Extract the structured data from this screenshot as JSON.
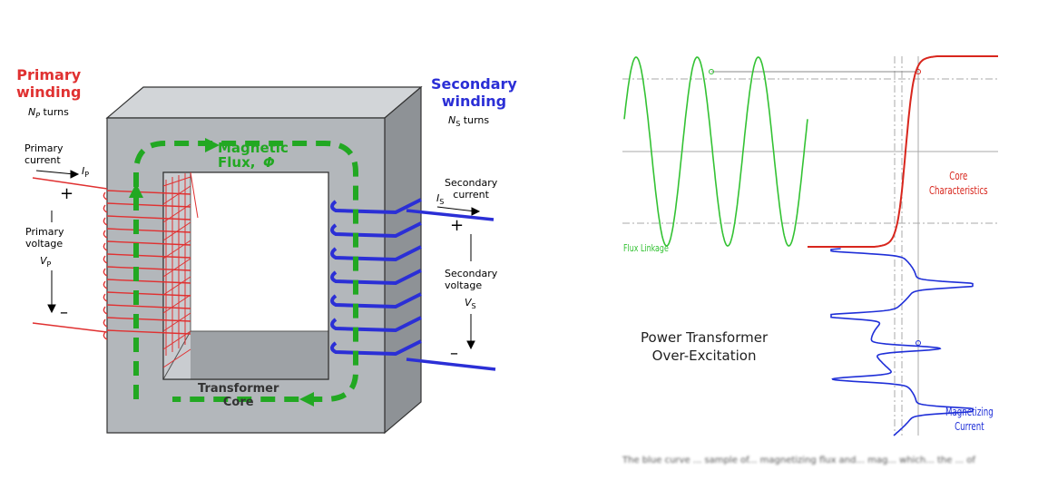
{
  "left": {
    "primary_heading": "Primary\nwinding",
    "primary_turns": "N",
    "primary_turns_sub": "P",
    "primary_turns_suffix": " turns",
    "primary_current": "Primary\ncurrent",
    "primary_current_sym": "I",
    "primary_current_sub": "P",
    "primary_voltage": "Primary\nvoltage",
    "primary_voltage_sym": "V",
    "primary_voltage_sub": "P",
    "plus": "+",
    "minus": "–",
    "secondary_heading": "Secondary\nwinding",
    "secondary_turns": "N",
    "secondary_turns_sub": "S",
    "secondary_turns_suffix": " turns",
    "secondary_current": "Secondary\ncurrent",
    "secondary_current_sym": "I",
    "secondary_current_sub": "S",
    "secondary_voltage": "Secondary\nvoltage",
    "secondary_voltage_sym": "V",
    "secondary_voltage_sub": "S",
    "flux_label": "Magnetic\nFlux,",
    "flux_symbol": "Φ",
    "core_label": "Transformer\nCore"
  },
  "right": {
    "flux_linkage": "Flux Linkage",
    "core_characteristics": "Core\nCharacteristics",
    "title": "Power Transformer\nOver-Excitation",
    "magnetizing_current": "Magnetizing\nCurrent",
    "caption_fragment": "The blue curve ... sample of... magnetizing flux and... mag... which... the ... of"
  },
  "colors": {
    "primary": "#e03131",
    "secondary": "#2b2fd6",
    "flux": "#22a822",
    "core": "#b3b7bb",
    "core_dark": "#8a8e92",
    "curve_red": "#d8261d",
    "wave_green": "#33c233",
    "current_blue": "#1f2fd8"
  }
}
